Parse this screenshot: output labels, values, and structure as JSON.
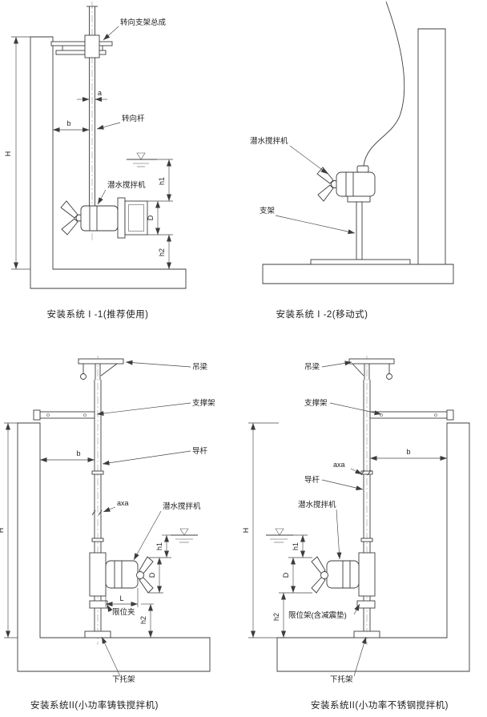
{
  "page": {
    "background": "#ffffff",
    "ink": "#3c3c3c"
  },
  "panel1": {
    "caption": "安装系统 I -1(推荐使用)",
    "labels": {
      "steering_bracket_assembly": "转向支架总成",
      "steering_rod": "转向杆",
      "submersible_mixer": "潜水搅拌机"
    },
    "dims": {
      "H": "H",
      "a": "a",
      "b": "b",
      "h1": "h1",
      "h2": "h2",
      "D": "D"
    }
  },
  "panel2": {
    "caption": "安装系统 I -2(移动式)",
    "labels": {
      "submersible_mixer": "潜水搅拌机",
      "support_stand": "支架"
    }
  },
  "panel3": {
    "caption": "安装系统II(小功率铸铁搅拌机)",
    "labels": {
      "lifting_beam": "吊梁",
      "support_frame": "支撑架",
      "guide_rod": "导杆",
      "submersible_mixer": "潜水搅拌机",
      "limit_clamp": "限位夹",
      "bottom_bracket": "下托架"
    },
    "dims": {
      "H": "H",
      "b": "b",
      "axa": "axa",
      "h1": "h1",
      "h2": "h2",
      "D": "D",
      "L": "L"
    }
  },
  "panel4": {
    "caption": "安装系统II(小功率不锈钢搅拌机)",
    "labels": {
      "lifting_beam": "吊梁",
      "support_frame": "支撑架",
      "guide_rod": "导杆",
      "submersible_mixer": "潜水搅拌机",
      "limit_frame": "限位架(含减震垫)",
      "bottom_bracket": "下托架"
    },
    "dims": {
      "H": "H",
      "b": "b",
      "axa": "axa",
      "h1": "h1",
      "h2": "h2",
      "D": "D"
    }
  }
}
